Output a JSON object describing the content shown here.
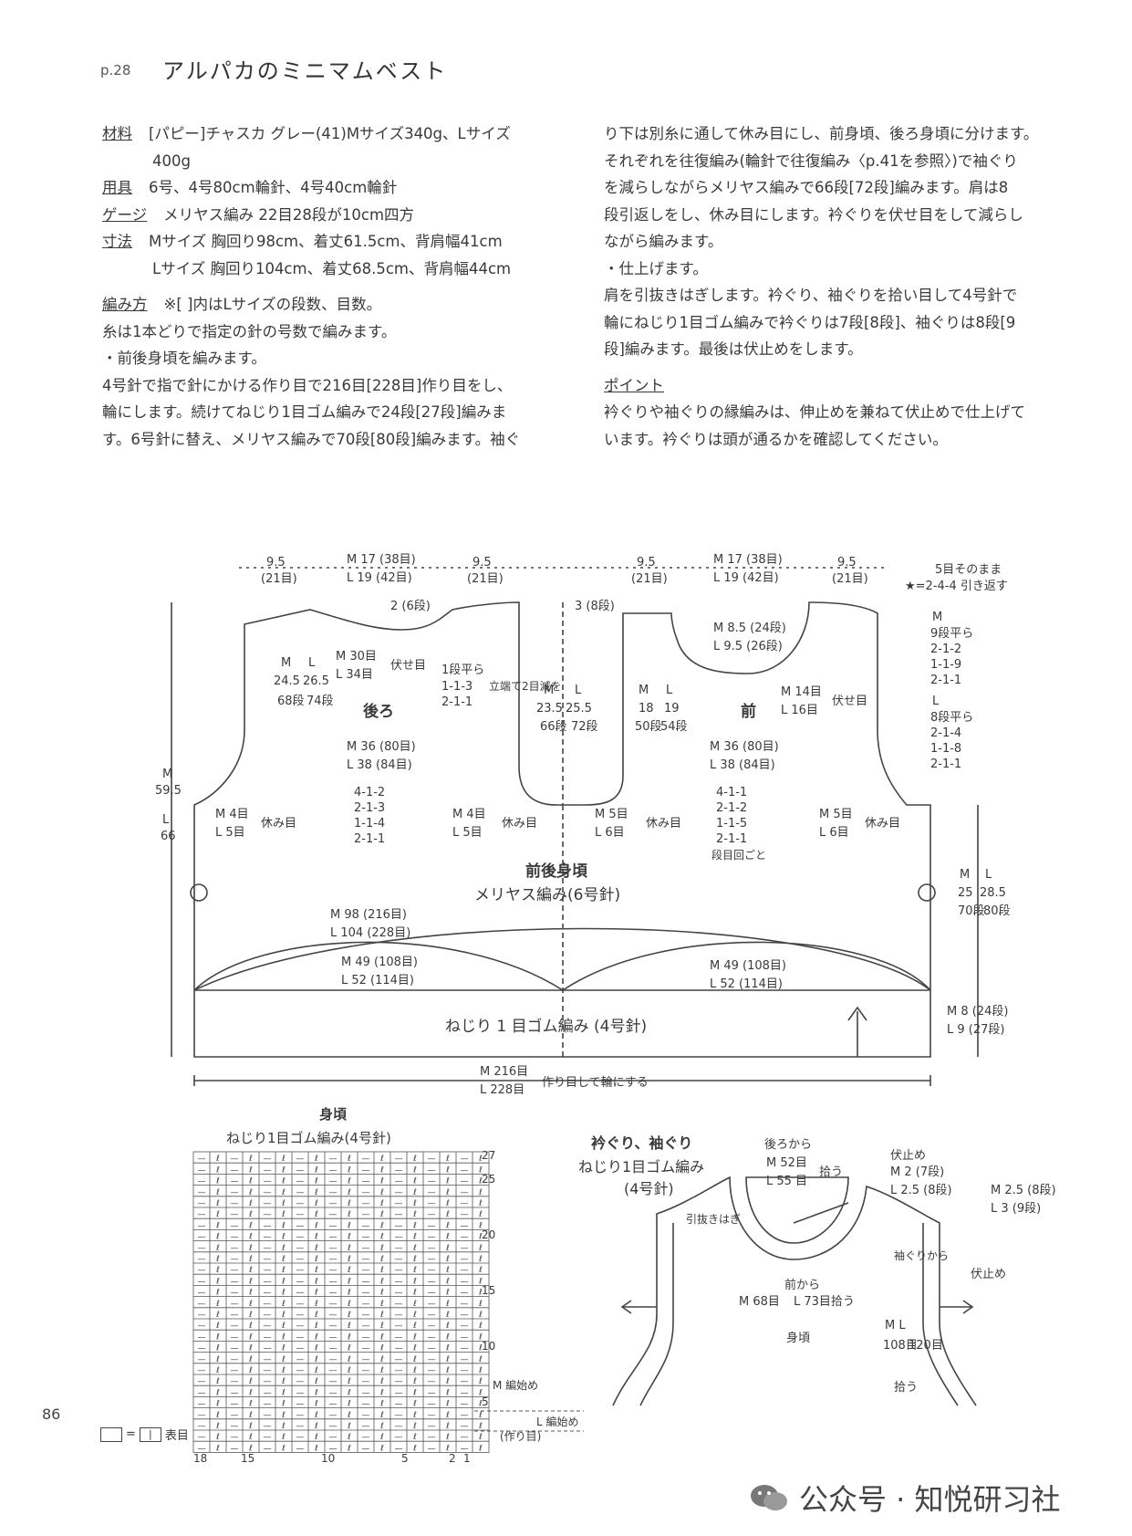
{
  "header": {
    "page_ref": "p.28",
    "title": "アルパカのミニマムベスト"
  },
  "left": {
    "materials_label": "材料",
    "materials_1": "[パピー]チャスカ グレー(41)Mサイズ340g、Lサイズ",
    "materials_2": "400g",
    "tools_label": "用具",
    "tools": "6号、4号80cm輪針、4号40cm輪針",
    "gauge_label": "ゲージ",
    "gauge": "メリヤス編み 22目28段が10cm四方",
    "size_label": "寸法",
    "size_m": "Mサイズ 胸回り98cm、着丈61.5cm、背肩幅41cm",
    "size_l": "Lサイズ 胸回り104cm、着丈68.5cm、背肩幅44cm",
    "method_label": "編み方",
    "method_note": "※[ ]内はLサイズの段数、目数。",
    "line1": "糸は1本どりで指定の針の号数で編みます。",
    "line2": "・前後身頃を編みます。",
    "line3": "4号針で指で針にかける作り目で216目[228目]作り目をし、",
    "line4": "輪にします。続けてねじり1目ゴム編みで24段[27段]編みま",
    "line5": "す。6号針に替え、メリヤス編みで70段[80段]編みます。袖ぐ"
  },
  "right": {
    "line1": "り下は別糸に通して休み目にし、前身頃、後ろ身頃に分けます。",
    "line2": "それぞれを往復編み(輪針で往復編み〈p.41を参照〉)で袖ぐり",
    "line3": "を減らしながらメリヤス編みで66段[72段]編みます。肩は8",
    "line4": "段引返しをし、休み目にします。衿ぐりを伏せ目をして減らし",
    "line5": "ながら編みます。",
    "line6": "・仕上げます。",
    "line7": "肩を引抜きはぎします。衿ぐり、袖ぐりを拾い目して4号針で",
    "line8": "輪にねじり1目ゴム編みで衿ぐりは7段[8段]、袖ぐりは8段[9",
    "line9": "段]編みます。最後は伏止めをします。",
    "point_label": "ポイント",
    "point1": "衿ぐりや袖ぐりの縁編みは、伸止めを兼ねて伏止めで仕上げて",
    "point2": "います。衿ぐりは頭が通るかを確認してください。"
  },
  "diagram": {
    "w95": "9.5",
    "w21": "(21目)",
    "m17": "M 17 (38目)",
    "l19": "L 19 (42目)",
    "rows2": "2 (6段)",
    "rows3": "3 (8段)",
    "keep5": "5目そのまま",
    "star": "★=2-4-4 引き返す",
    "back": "後ろ",
    "front": "前",
    "m": "M",
    "l": "L",
    "b_m_len": "24.5",
    "b_l_len": "26.5",
    "b_m_rows": "68段",
    "b_l_rows": "74段",
    "bind_m30": "M 30目",
    "bind_l34": "L 34目",
    "bind_off": "伏せ目",
    "neck_dec": "1段平ら",
    "d113": "1-1-3",
    "d211": "2-1-1",
    "edge_dec": "立端て2目減を",
    "m36": "M 36 (80目)",
    "l38": "L 38 (84目)",
    "mid_m": "23.5",
    "mid_l": "25.5",
    "mid_mr": "66段",
    "mid_lr": "72段",
    "f_m": "18",
    "f_l": "19",
    "f_mr": "50段",
    "f_lr": "54段",
    "f_neck_m": "M 8.5 (24段)",
    "f_neck_l": "L 9.5 (26段)",
    "f_m14": "M 14目",
    "f_l16": "L 16目",
    "r_m9": "9段平ら",
    "r_212": "2-1-2",
    "r_119": "1-1-9",
    "r_211": "2-1-1",
    "r_l8": "8段平ら",
    "r_214": "2-1-4",
    "r_118": "1-1-8",
    "total_m": "59.5",
    "total_l": "66",
    "arm_a": "4-1-2",
    "arm_b": "2-1-3",
    "arm_c": "1-1-4",
    "arm_d": "2-1-1",
    "arm_f1": "4-1-1",
    "arm_f2": "2-1-2",
    "arm_f3": "1-1-5",
    "arm_f4": "2-1-1",
    "every_row": "段目回ごと",
    "hold_m4": "M 4目",
    "hold_l5": "L 5目",
    "hold_m5": "M 5目",
    "hold_l6": "L 6目",
    "hold": "休み目",
    "body_title": "前後身頃",
    "body_sub": "メリヤス編み(6号針)",
    "chest_m": "M 98 (216目)",
    "chest_l": "L 104 (228目)",
    "half_m": "M 49 (108目)",
    "half_l": "L 52 (114目)",
    "body_m": "25",
    "body_l": "28.5",
    "body_mr": "70段",
    "body_lr": "80段",
    "rib": "ねじり 1 目ゴム編み (4号針)",
    "rib_m": "M 8 (24段)",
    "rib_l": "L 9 (27段)",
    "cast_m": "M 216目",
    "cast_l": "L 228目",
    "cast_note": "作り目して輪にする"
  },
  "chart": {
    "title": "身頃",
    "subtitle": "ねじり1目ゴム編み(4号針)",
    "rows": [
      "27",
      "25",
      "20",
      "15",
      "10",
      "5"
    ],
    "cols": [
      "18",
      "15",
      "10",
      "5",
      "2",
      "1"
    ],
    "m_start": "M 編始め",
    "l_start": "L 編始め",
    "cast": "(作り目)",
    "legend_eq": "=",
    "legend_label": "表目"
  },
  "finish": {
    "title": "衿ぐり、袖ぐり",
    "sub1": "ねじり1目ゴム編み",
    "sub2": "(4号針)",
    "from_back": "後ろから",
    "m52": "M 52目",
    "l55": "L 55 目",
    "pick": "拾う",
    "bind_off": "伏止め",
    "m2": "M 2 (7段)",
    "l25": "L 2.5 (8段)",
    "m25": "M 2.5 (8段)",
    "l3": "L 3 (9段)",
    "hikinuki": "引抜きはぎ",
    "from_front": "前から",
    "m68": "M 68目",
    "l73": "L 73目拾う",
    "body": "身頃",
    "sleeve_from": "袖ぐりから",
    "ml": "M  L",
    "m108": "108目",
    "l120": "120目",
    "pick2": "拾う",
    "bind_off2": "伏止め"
  },
  "page_number": "86",
  "watermark": "公众号 · 知悦研习社"
}
